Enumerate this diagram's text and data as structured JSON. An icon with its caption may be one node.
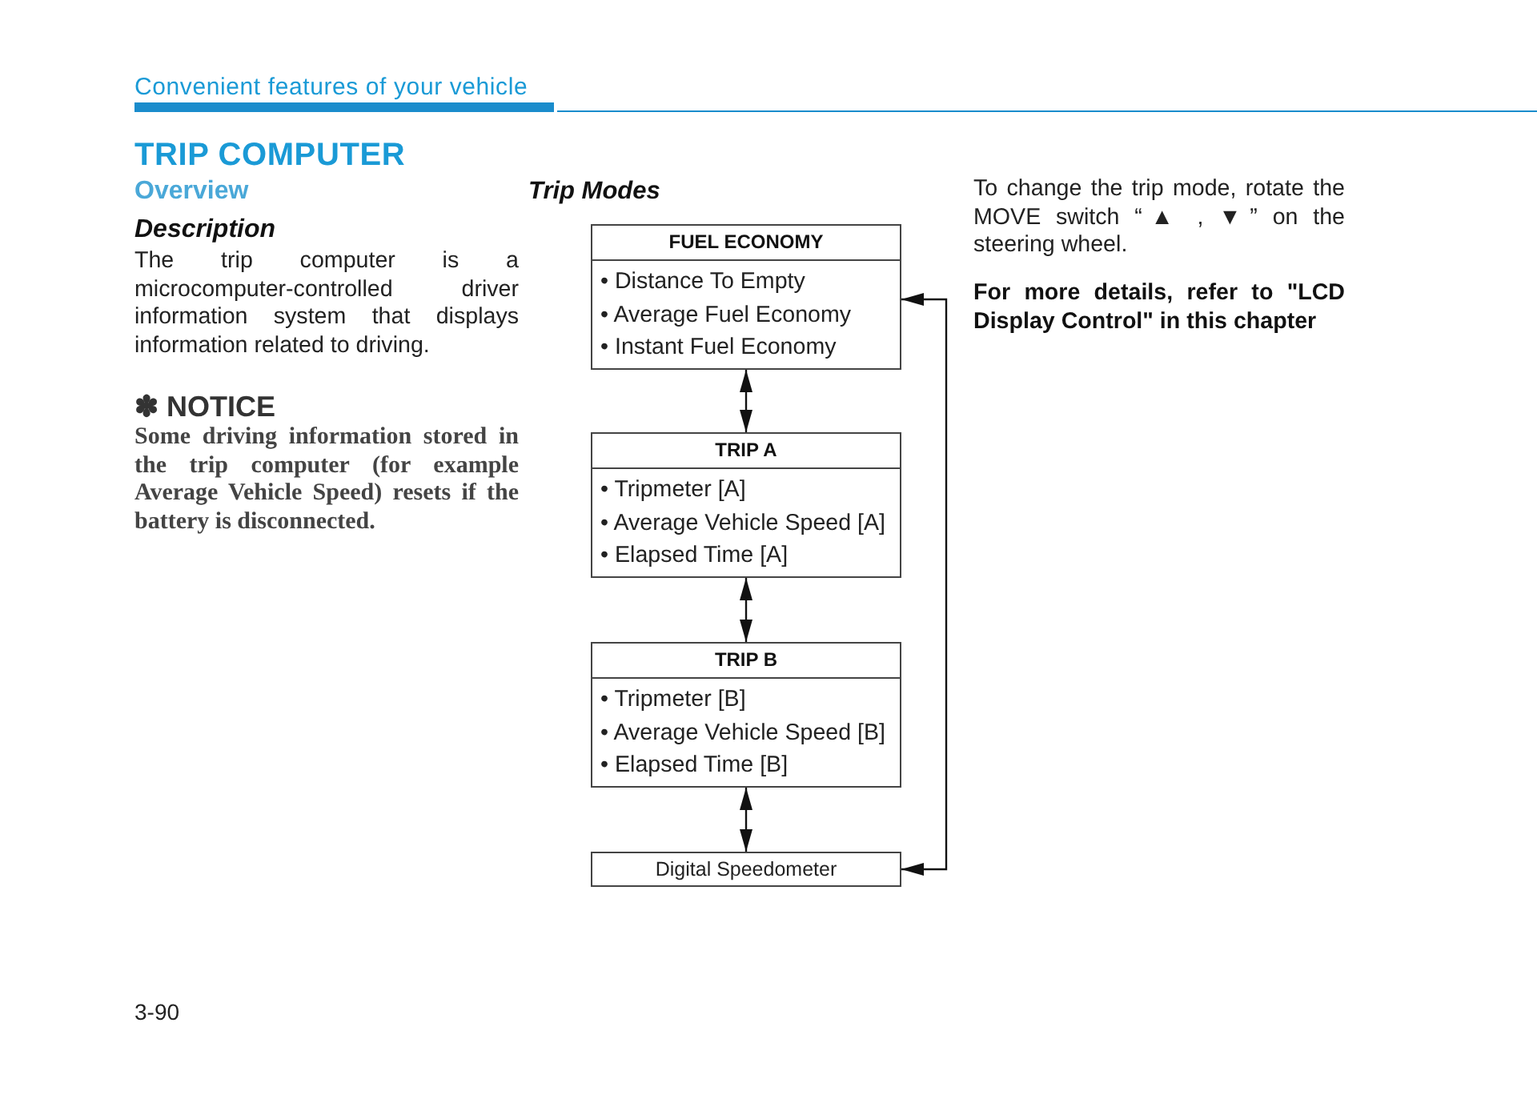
{
  "diagram": {
    "title": "TRIP COMPUTER",
    "nodes": [
      {
        "text": [
          "FUEL ECONOMY",
          "• Distance To Empty",
          "• Average Fuel Economy",
          "• Instant Fuel Economy"
        ]
      },
      {
        "text": [
          "TRIP A",
          "• Tripmeter [A]",
          "• Average Vehicle Speed [A]",
          "• Elapsed Time [A]"
        ]
      },
      {
        "text": [
          "TRIP B",
          "• Tripmeter [B]",
          "• Average Vehicle Speed [B]",
          "• Elapsed Time [B]"
        ]
      },
      {
        "text": [
          "Digital Speedometer"
        ]
      }
    ],
    "edges": [
      {
        "from": 0,
        "to": 1,
        "arrow": "both"
      },
      {
        "from": 1,
        "to": 2,
        "arrow": "both"
      },
      {
        "from": 2,
        "to": 3,
        "arrow": "both"
      },
      {
        "from": 3,
        "to": 0,
        "arrow": "both"
      }
    ],
    "labels": [
      "Convenient features of your vehicle",
      "Overview",
      "Description",
      "The trip computer is a microcomputer-controlled driver information system that displays information related to driving.",
      "✽ NOTICE",
      "Some driving information stored in the trip computer (for example Average Vehicle Speed) resets if the battery is disconnected.",
      "Trip Modes",
      "To change the trip mode, rotate the MOVE switch “▲ , ▼” on the steering wheel.",
      "For more details, refer to \"LCD Display Control\" in this chapter",
      "3-90"
    ]
  }
}
